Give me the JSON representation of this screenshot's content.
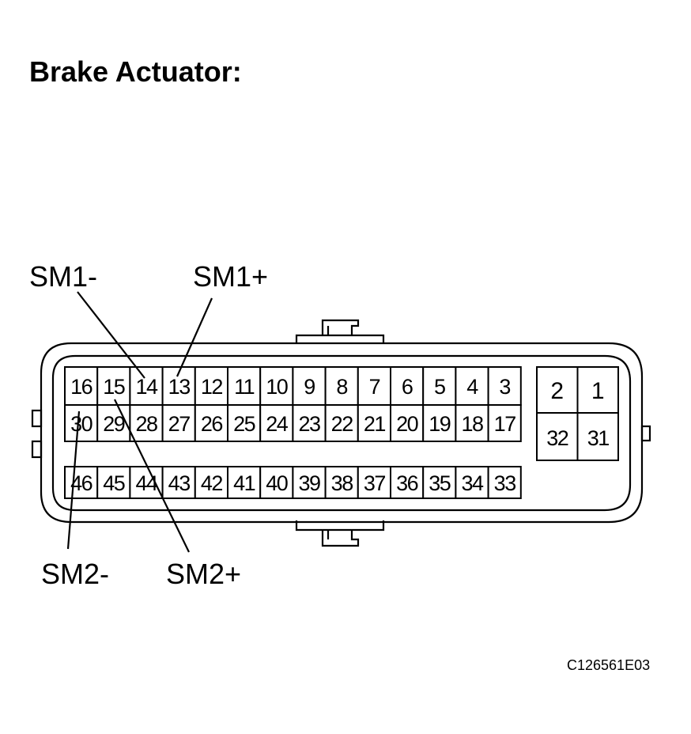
{
  "title": "Brake Actuator:",
  "figure_code": "C126561E03",
  "connector": {
    "main_rows": [
      [
        "16",
        "15",
        "14",
        "13",
        "12",
        "11",
        "10",
        "9",
        "8",
        "7",
        "6",
        "5",
        "4",
        "3"
      ],
      [
        "30",
        "29",
        "28",
        "27",
        "26",
        "25",
        "24",
        "23",
        "22",
        "21",
        "20",
        "19",
        "18",
        "17"
      ],
      [
        "46",
        "45",
        "44",
        "43",
        "42",
        "41",
        "40",
        "39",
        "38",
        "37",
        "36",
        "35",
        "34",
        "33"
      ]
    ],
    "side_rows": [
      [
        "2",
        "1"
      ],
      [
        "32",
        "31"
      ]
    ]
  },
  "callouts": [
    {
      "id": "sm1-minus",
      "text": "SM1-",
      "pin": "14"
    },
    {
      "id": "sm1-plus",
      "text": "SM1+",
      "pin": "13"
    },
    {
      "id": "sm2-minus",
      "text": "SM2-",
      "pin": "30"
    },
    {
      "id": "sm2-plus",
      "text": "SM2+",
      "pin": "15"
    }
  ]
}
